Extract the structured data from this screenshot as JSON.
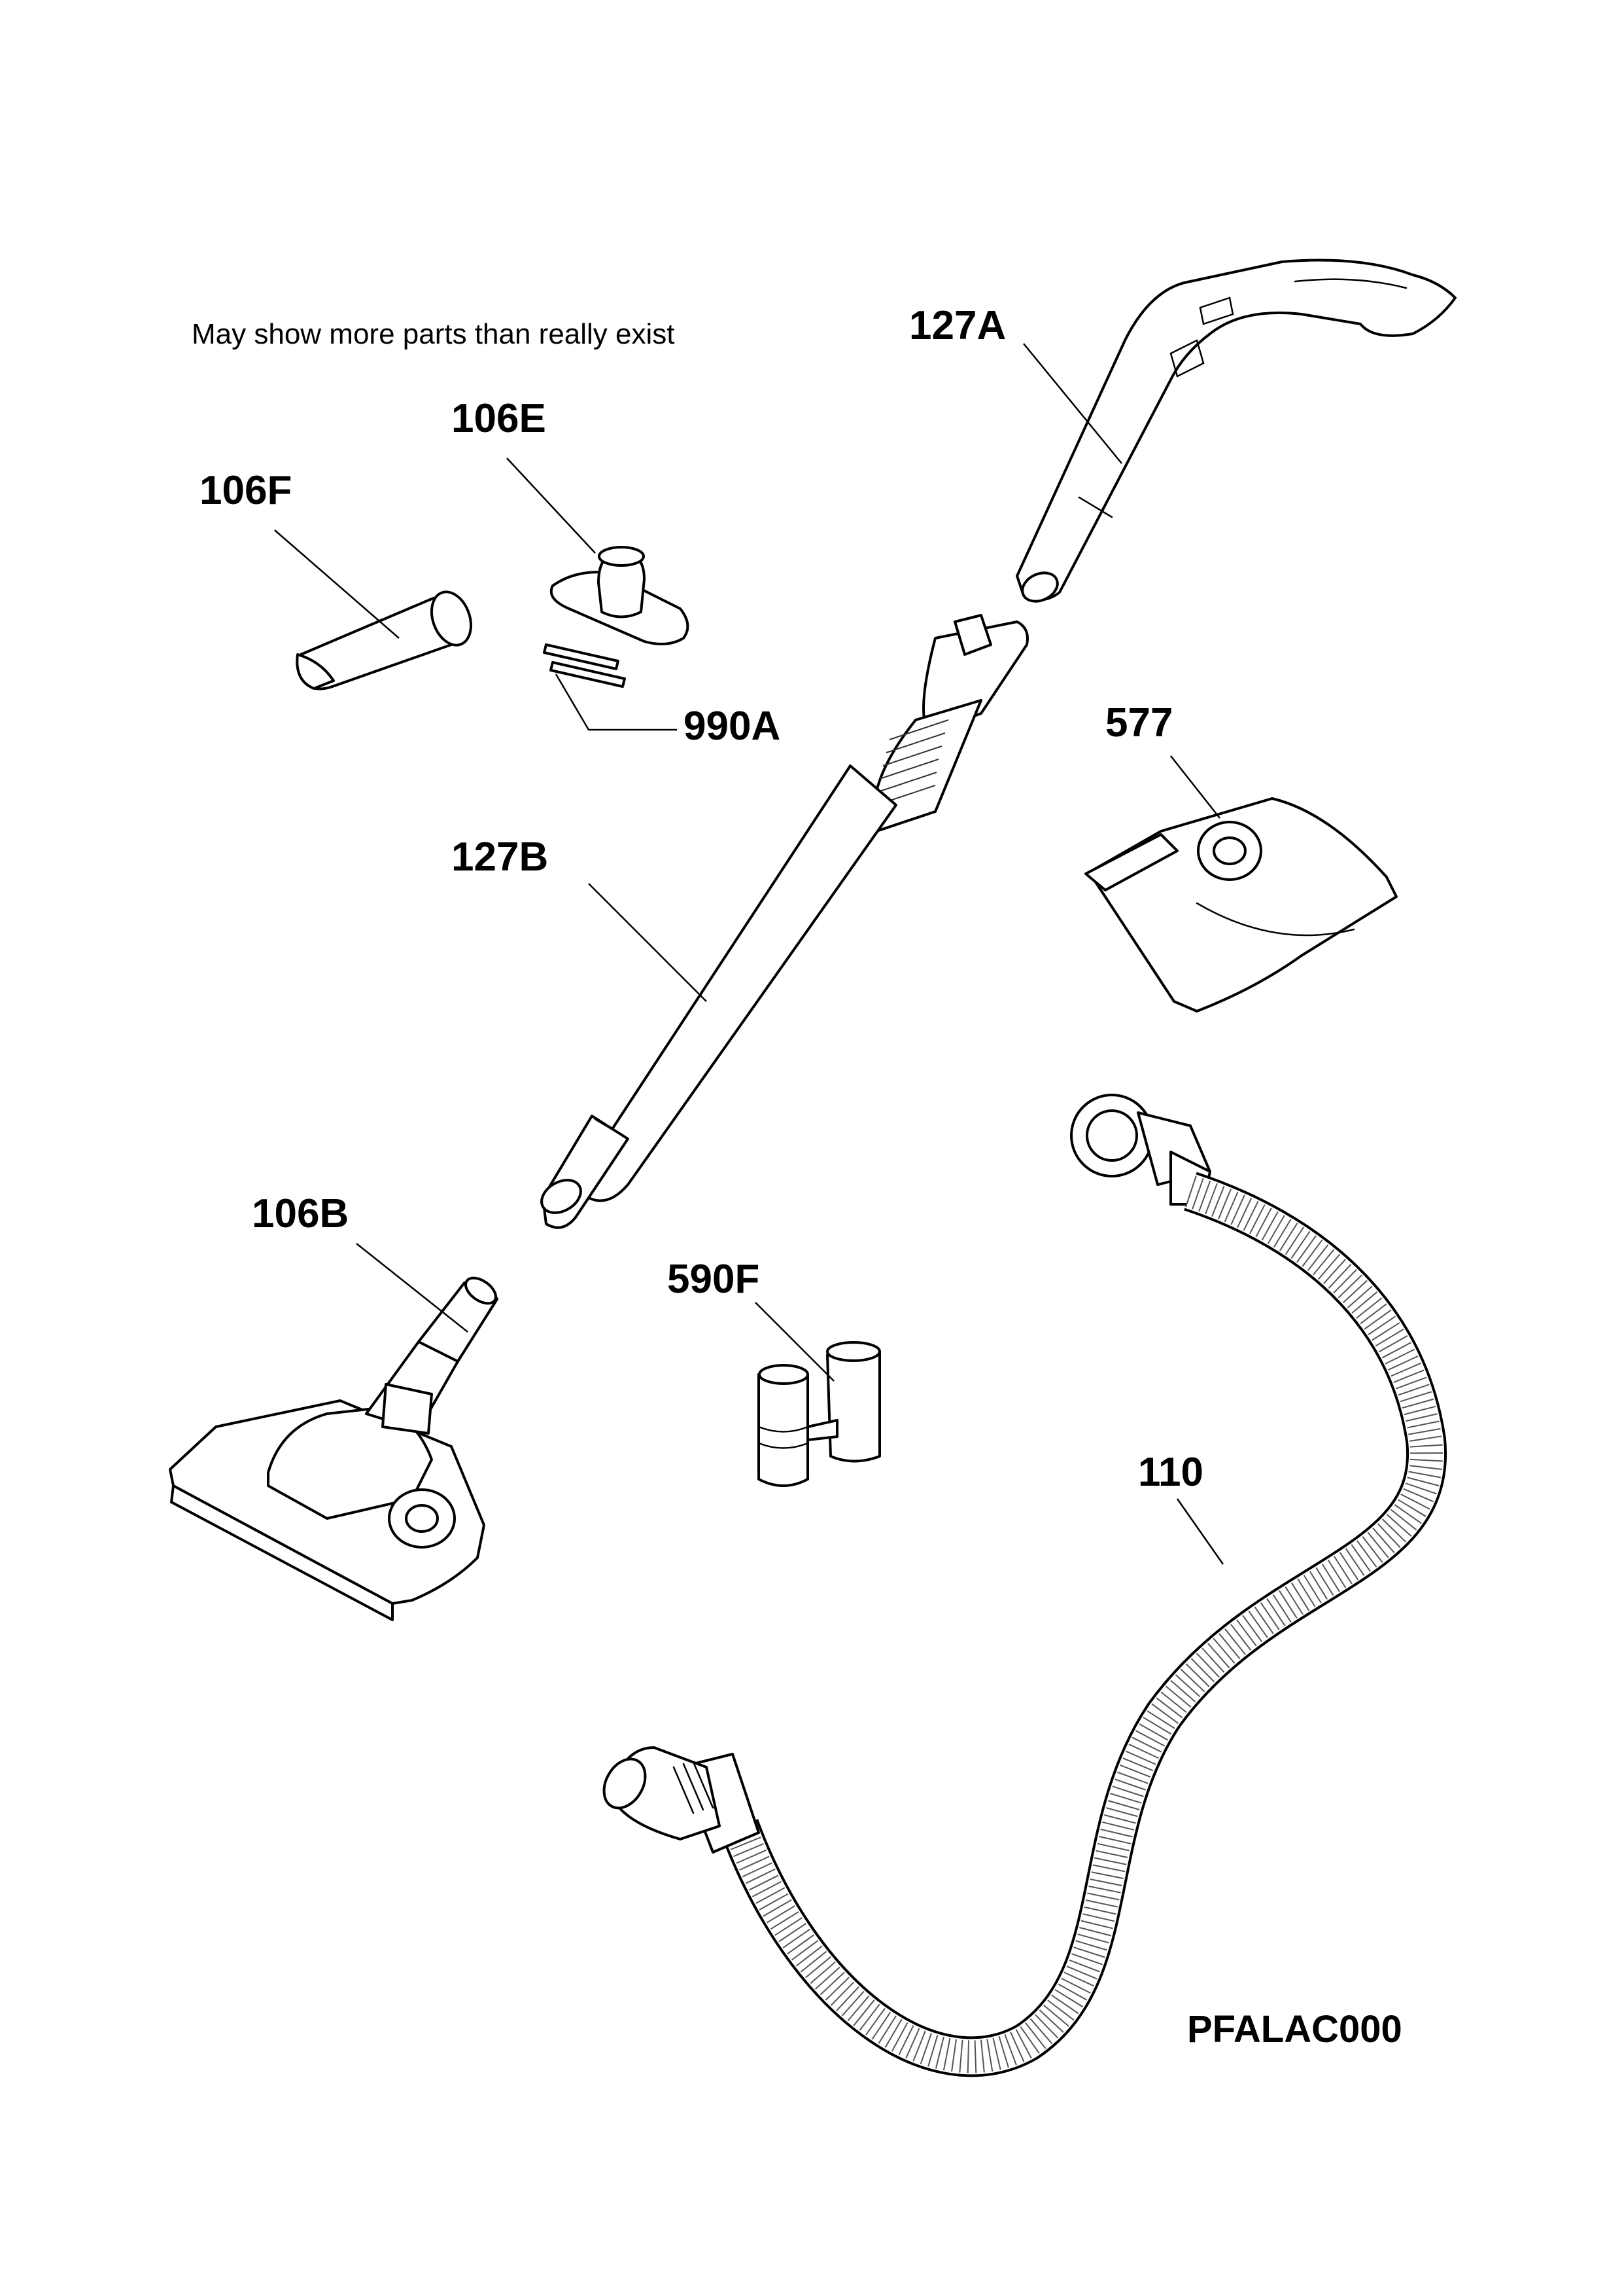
{
  "note": "May show more parts than really exist",
  "drawing_code": "PFALAC000",
  "parts": [
    {
      "id": "127A",
      "label": "127A"
    },
    {
      "id": "106E",
      "label": "106E"
    },
    {
      "id": "106F",
      "label": "106F"
    },
    {
      "id": "990A",
      "label": "990A"
    },
    {
      "id": "577",
      "label": "577"
    },
    {
      "id": "127B",
      "label": "127B"
    },
    {
      "id": "106B",
      "label": "106B"
    },
    {
      "id": "590F",
      "label": "590F"
    },
    {
      "id": "110",
      "label": "110"
    }
  ]
}
